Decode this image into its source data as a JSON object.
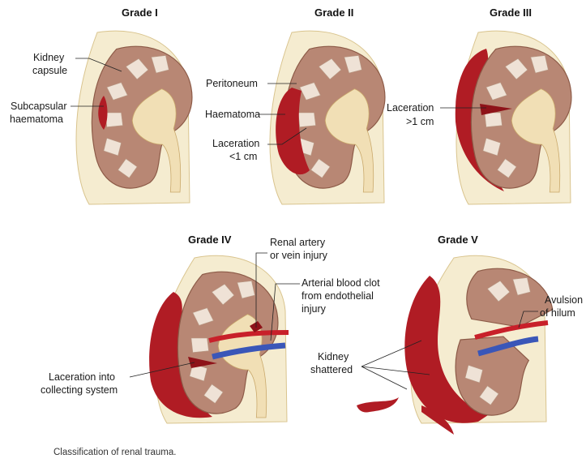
{
  "panels": [
    {
      "grade": "Grade I",
      "labels": [
        "Kidney",
        "capsule",
        "Subcapsular",
        "haematoma"
      ]
    },
    {
      "grade": "Grade II",
      "labels": [
        "Peritoneum",
        "Haematoma",
        "Laceration",
        "<1 cm"
      ]
    },
    {
      "grade": "Grade III",
      "labels": [
        "Laceration",
        ">1 cm"
      ]
    },
    {
      "grade": "Grade IV",
      "labels": [
        "Renal artery",
        "or vein injury",
        "Arterial blood clot",
        "from endothelial",
        "injury",
        "Laceration into",
        "collecting system"
      ]
    },
    {
      "grade": "Grade V",
      "labels": [
        "Avulsion",
        "of hilum",
        "Kidney",
        "shattered"
      ]
    }
  ],
  "caption": "Classification of renal trauma.",
  "colors": {
    "fat": "#f5ecd0",
    "fat_outline": "#d9c48e",
    "cortex": "#b88774",
    "cortex_edge": "#8c5a47",
    "pyramid": "#efe2d6",
    "pelvis": "#f1dfb5",
    "blood": "#b01c24",
    "blood_dark": "#8e1319",
    "artery": "#c8202a",
    "vein": "#3a56b8"
  }
}
